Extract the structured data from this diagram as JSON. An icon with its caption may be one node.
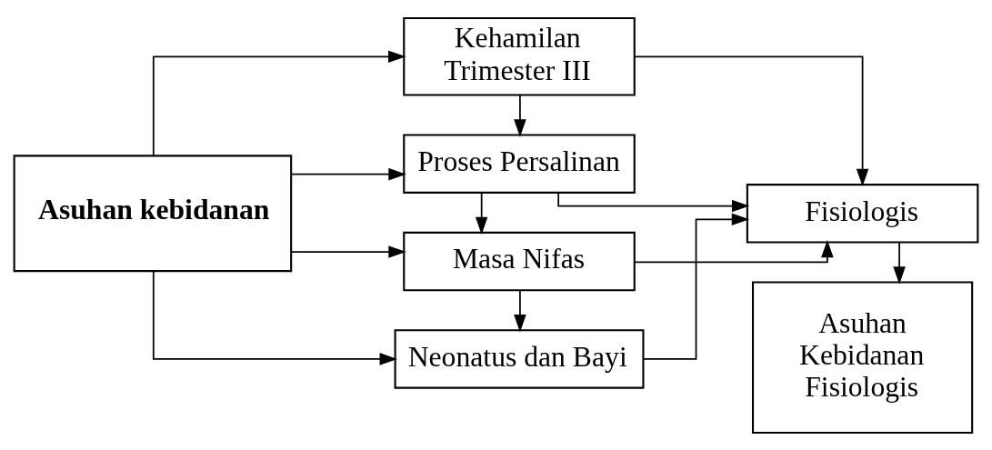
{
  "diagram": {
    "nodes": [
      {
        "text": [
          "Asuhan kebidanan"
        ]
      },
      {
        "text": [
          "Kehamilan Trimester III"
        ]
      },
      {
        "text": [
          "Proses Persalinan"
        ]
      },
      {
        "text": [
          "Masa Nifas"
        ]
      },
      {
        "text": [
          "Neonatus dan Bayi"
        ]
      },
      {
        "text": [
          "Fisiologis"
        ]
      },
      {
        "text": [
          "Asuhan Kebidanan Fisiologis"
        ]
      }
    ],
    "edges": [
      {
        "from": 0,
        "to": 1,
        "arrow": "to"
      },
      {
        "from": 0,
        "to": 2,
        "arrow": "to"
      },
      {
        "from": 0,
        "to": 3,
        "arrow": "to"
      },
      {
        "from": 0,
        "to": 4,
        "arrow": "to"
      },
      {
        "from": 1,
        "to": 2,
        "arrow": "to"
      },
      {
        "from": 2,
        "to": 3,
        "arrow": "to"
      },
      {
        "from": 3,
        "to": 4,
        "arrow": "to"
      },
      {
        "from": 1,
        "to": 5,
        "arrow": "to"
      },
      {
        "from": 2,
        "to": 5,
        "arrow": "to"
      },
      {
        "from": 3,
        "to": 5,
        "arrow": "to"
      },
      {
        "from": 4,
        "to": 5,
        "arrow": "to"
      },
      {
        "from": 5,
        "to": 6,
        "arrow": "to"
      }
    ]
  }
}
